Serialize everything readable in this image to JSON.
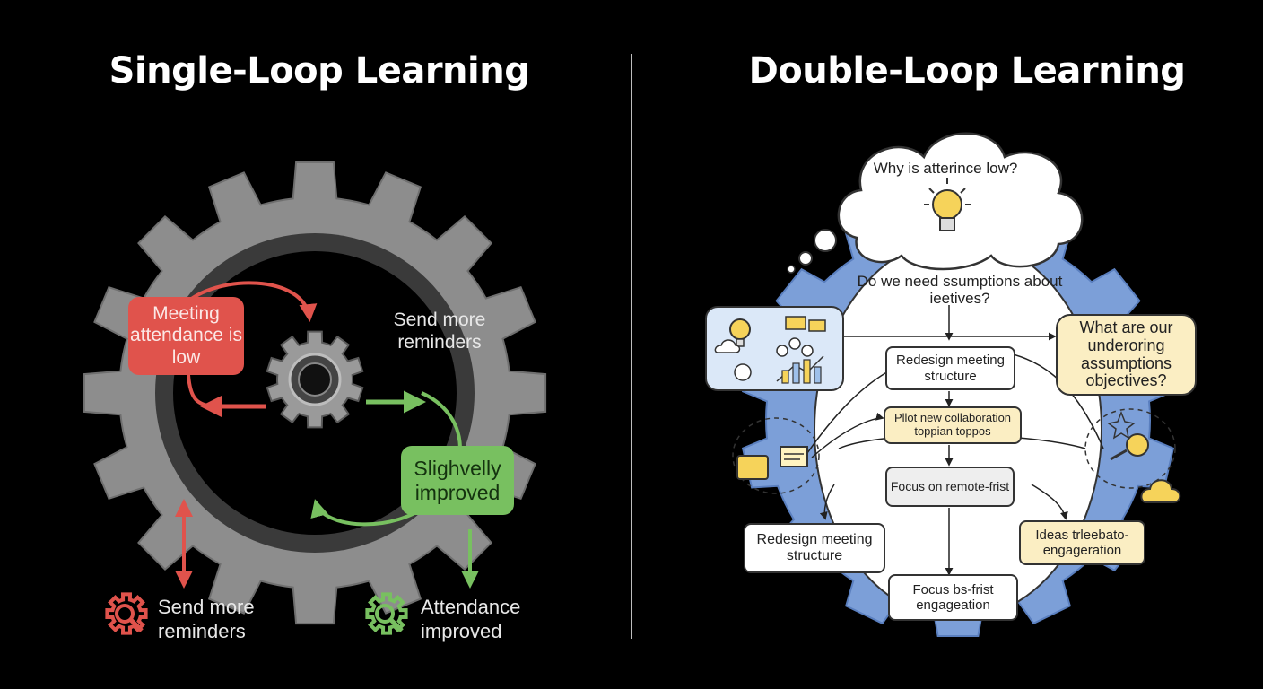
{
  "titles": {
    "left": "Single-Loop Learning",
    "right": "Double-Loop Learning"
  },
  "single_loop": {
    "problem": "Meeting attendance is low",
    "action": "Send more reminders",
    "result": "Slighvelly improved",
    "legend": [
      {
        "icon": "magnifier-gear-icon",
        "color": "#e0534c",
        "label": "Send more reminders"
      },
      {
        "icon": "magnifier-gear-icon",
        "color": "#78c060",
        "label": "Attendance improved"
      }
    ]
  },
  "double_loop": {
    "thought_question": "Why is atterince low?",
    "assumption_question": "Do we need ssumptions about ieetives?",
    "bubble": "What are our underoring assumptions objectives?",
    "steps": [
      {
        "label": "Redesign meeting structure",
        "style": "white"
      },
      {
        "label": "Pllot new collaboration toppian toppos",
        "style": "yellow"
      },
      {
        "label": "Focus on remote-frist",
        "style": "gray"
      }
    ],
    "outcomes": [
      {
        "label": "Redesign meeting structure",
        "style": "white"
      },
      {
        "label": "Focus bs-frist engageation",
        "style": "white"
      },
      {
        "label": "Ideas trleebato- engageration",
        "style": "yellow"
      }
    ],
    "icons": [
      "lightbulb-icon",
      "people-icon",
      "bar-chart-icon",
      "cloud-icon",
      "key-icon",
      "folder-icon"
    ]
  },
  "colors": {
    "red": "#e0534c",
    "green": "#78c060",
    "gear_gray": "#8d8d8d",
    "blue_gear": "#7c9fd8",
    "yellow_box": "#fbeec3",
    "background": "#000000"
  }
}
